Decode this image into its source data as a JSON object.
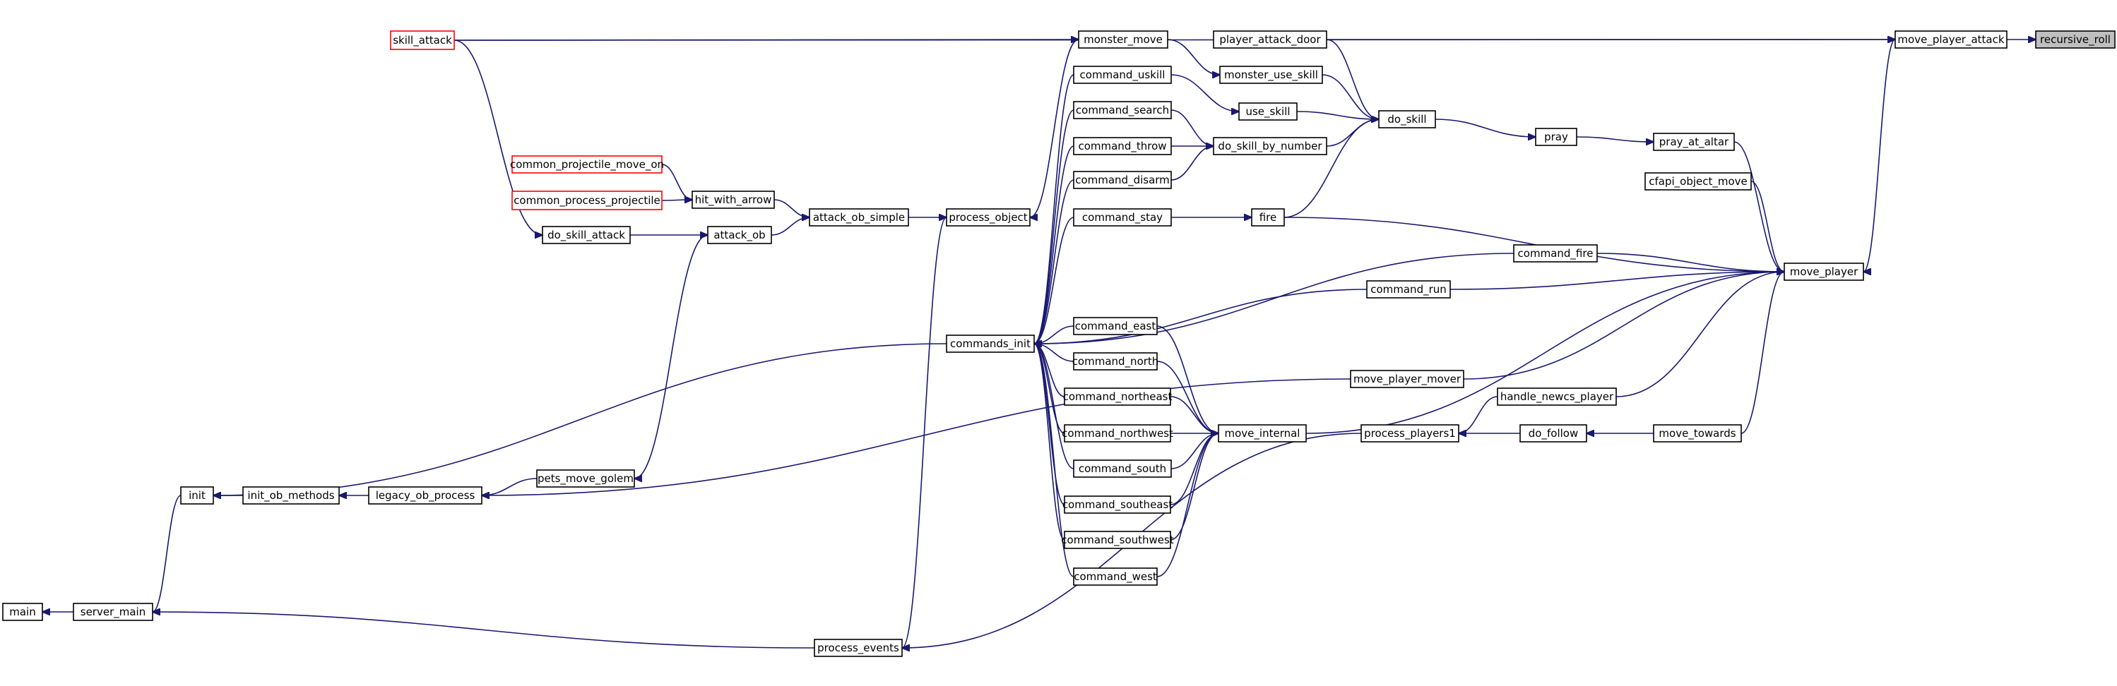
{
  "diagram": {
    "nodes": [
      {
        "id": "recursive_roll",
        "label": "recursive_roll"
      },
      {
        "id": "move_player_attack",
        "label": "move_player_attack"
      },
      {
        "id": "skill_attack",
        "label": "skill_attack"
      },
      {
        "id": "monster_move",
        "label": "monster_move"
      },
      {
        "id": "player_attack_door",
        "label": "player_attack_door"
      },
      {
        "id": "monster_use_skill",
        "label": "monster_use_skill"
      },
      {
        "id": "command_uskill",
        "label": "command_uskill"
      },
      {
        "id": "use_skill",
        "label": "use_skill"
      },
      {
        "id": "do_skill",
        "label": "do_skill"
      },
      {
        "id": "command_search",
        "label": "command_search"
      },
      {
        "id": "pray",
        "label": "pray"
      },
      {
        "id": "pray_at_altar",
        "label": "pray_at_altar"
      },
      {
        "id": "command_throw",
        "label": "command_throw"
      },
      {
        "id": "do_skill_by_number",
        "label": "do_skill_by_number"
      },
      {
        "id": "common_projectile_move_on",
        "label": "common_projectile_move_on"
      },
      {
        "id": "cfapi_object_move",
        "label": "cfapi_object_move"
      },
      {
        "id": "command_disarm",
        "label": "command_disarm"
      },
      {
        "id": "hit_with_arrow",
        "label": "hit_with_arrow"
      },
      {
        "id": "common_process_projectile",
        "label": "common_process_projectile"
      },
      {
        "id": "attack_ob_simple",
        "label": "attack_ob_simple"
      },
      {
        "id": "process_object",
        "label": "process_object"
      },
      {
        "id": "command_stay",
        "label": "command_stay"
      },
      {
        "id": "fire",
        "label": "fire"
      },
      {
        "id": "do_skill_attack",
        "label": "do_skill_attack"
      },
      {
        "id": "attack_ob",
        "label": "attack_ob"
      },
      {
        "id": "command_fire",
        "label": "command_fire"
      },
      {
        "id": "move_player",
        "label": "move_player"
      },
      {
        "id": "command_run",
        "label": "command_run"
      },
      {
        "id": "command_east",
        "label": "command_east"
      },
      {
        "id": "commands_init",
        "label": "commands_init"
      },
      {
        "id": "command_north",
        "label": "command_north"
      },
      {
        "id": "move_player_mover",
        "label": "move_player_mover"
      },
      {
        "id": "handle_newcs_player",
        "label": "handle_newcs_player"
      },
      {
        "id": "command_northeast",
        "label": "command_northeast"
      },
      {
        "id": "command_northwest",
        "label": "command_northwest"
      },
      {
        "id": "move_internal",
        "label": "move_internal"
      },
      {
        "id": "process_players1",
        "label": "process_players1"
      },
      {
        "id": "do_follow",
        "label": "do_follow"
      },
      {
        "id": "move_towards",
        "label": "move_towards"
      },
      {
        "id": "command_south",
        "label": "command_south"
      },
      {
        "id": "pets_move_golem",
        "label": "pets_move_golem"
      },
      {
        "id": "init",
        "label": "init"
      },
      {
        "id": "init_ob_methods",
        "label": "init_ob_methods"
      },
      {
        "id": "legacy_ob_process",
        "label": "legacy_ob_process"
      },
      {
        "id": "command_southeast",
        "label": "command_southeast"
      },
      {
        "id": "command_southwest",
        "label": "command_southwest"
      },
      {
        "id": "command_west",
        "label": "command_west"
      },
      {
        "id": "main",
        "label": "main"
      },
      {
        "id": "server_main",
        "label": "server_main"
      },
      {
        "id": "process_events",
        "label": "process_events"
      }
    ],
    "edges": [
      [
        "move_player_attack",
        "recursive_roll"
      ],
      [
        "skill_attack",
        "move_player_attack"
      ],
      [
        "player_attack_door",
        "move_player_attack"
      ],
      [
        "move_player_attack",
        "move_player"
      ],
      [
        "skill_attack",
        "monster_move"
      ],
      [
        "skill_attack",
        "do_skill_attack"
      ],
      [
        "monster_move",
        "monster_use_skill"
      ],
      [
        "monster_move",
        "process_object"
      ],
      [
        "player_attack_door",
        "do_skill"
      ],
      [
        "monster_use_skill",
        "do_skill"
      ],
      [
        "use_skill",
        "do_skill"
      ],
      [
        "do_skill_by_number",
        "do_skill"
      ],
      [
        "fire",
        "do_skill"
      ],
      [
        "do_skill",
        "pray"
      ],
      [
        "pray",
        "pray_at_altar"
      ],
      [
        "pray_at_altar",
        "move_player"
      ],
      [
        "cfapi_object_move",
        "move_player"
      ],
      [
        "command_uskill",
        "use_skill"
      ],
      [
        "command_search",
        "do_skill_by_number"
      ],
      [
        "command_throw",
        "do_skill_by_number"
      ],
      [
        "command_disarm",
        "do_skill_by_number"
      ],
      [
        "command_stay",
        "fire"
      ],
      [
        "fire",
        "move_player"
      ],
      [
        "common_projectile_move_on",
        "hit_with_arrow"
      ],
      [
        "common_process_projectile",
        "hit_with_arrow"
      ],
      [
        "hit_with_arrow",
        "attack_ob_simple"
      ],
      [
        "attack_ob",
        "attack_ob_simple"
      ],
      [
        "attack_ob_simple",
        "process_object"
      ],
      [
        "do_skill_attack",
        "attack_ob"
      ],
      [
        "attack_ob",
        "pets_move_golem"
      ],
      [
        "process_object",
        "process_events"
      ],
      [
        "command_uskill",
        "commands_init"
      ],
      [
        "command_search",
        "commands_init"
      ],
      [
        "command_throw",
        "commands_init"
      ],
      [
        "command_disarm",
        "commands_init"
      ],
      [
        "command_stay",
        "commands_init"
      ],
      [
        "command_fire",
        "commands_init"
      ],
      [
        "command_run",
        "commands_init"
      ],
      [
        "command_east",
        "commands_init"
      ],
      [
        "command_north",
        "commands_init"
      ],
      [
        "command_northeast",
        "commands_init"
      ],
      [
        "command_northwest",
        "commands_init"
      ],
      [
        "command_south",
        "commands_init"
      ],
      [
        "command_southeast",
        "commands_init"
      ],
      [
        "command_southwest",
        "commands_init"
      ],
      [
        "command_west",
        "commands_init"
      ],
      [
        "command_fire",
        "move_player"
      ],
      [
        "command_run",
        "move_player"
      ],
      [
        "move_internal",
        "move_player"
      ],
      [
        "move_player_mover",
        "move_player"
      ],
      [
        "handle_newcs_player",
        "move_player"
      ],
      [
        "move_towards",
        "move_player"
      ],
      [
        "command_east",
        "move_internal"
      ],
      [
        "command_north",
        "move_internal"
      ],
      [
        "command_northeast",
        "move_internal"
      ],
      [
        "command_northwest",
        "move_internal"
      ],
      [
        "command_south",
        "move_internal"
      ],
      [
        "command_southeast",
        "move_internal"
      ],
      [
        "command_southwest",
        "move_internal"
      ],
      [
        "command_west",
        "move_internal"
      ],
      [
        "move_player_mover",
        "legacy_ob_process"
      ],
      [
        "handle_newcs_player",
        "process_players1"
      ],
      [
        "do_follow",
        "process_players1"
      ],
      [
        "move_towards",
        "do_follow"
      ],
      [
        "process_players1",
        "process_events"
      ],
      [
        "commands_init",
        "init"
      ],
      [
        "pets_move_golem",
        "legacy_ob_process"
      ],
      [
        "legacy_ob_process",
        "init_ob_methods"
      ],
      [
        "init_ob_methods",
        "init"
      ],
      [
        "init",
        "server_main"
      ],
      [
        "process_events",
        "server_main"
      ],
      [
        "server_main",
        "main"
      ]
    ]
  }
}
